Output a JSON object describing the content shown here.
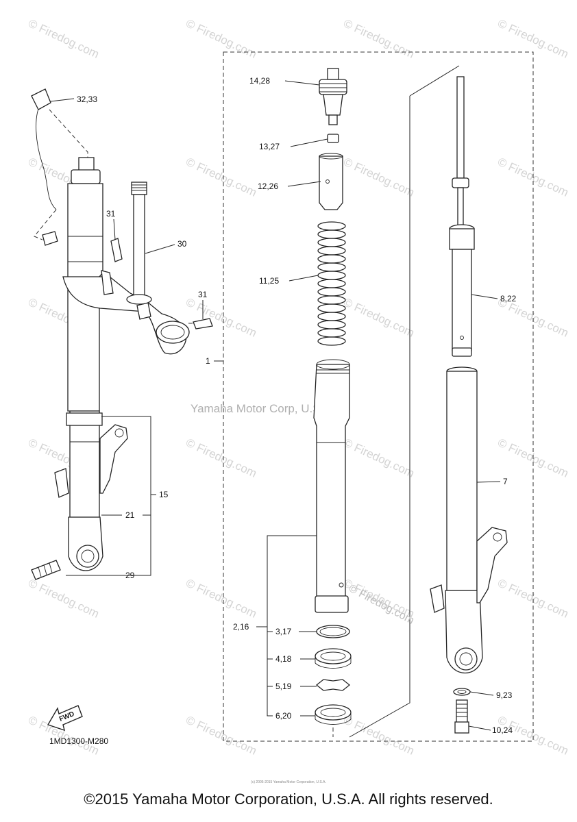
{
  "labels": {
    "l_32_33": "32,33",
    "l_31a": "31",
    "l_30": "30",
    "l_31b": "31",
    "l_1": "1",
    "l_15": "15",
    "l_21": "21",
    "l_29": "29",
    "l_14_28": "14,28",
    "l_13_27": "13,27",
    "l_12_26": "12,26",
    "l_11_25": "11,25",
    "l_2_16": "2,16",
    "l_3_17": "3,17",
    "l_4_18": "4,18",
    "l_5_19": "5,19",
    "l_6_20": "6,20",
    "l_8_22": "8,22",
    "l_7": "7",
    "l_9_23": "9,23",
    "l_10_24": "10,24"
  },
  "fwd_label": "FWD",
  "diagram_code": "1MD1300-M280",
  "watermark_text": "© Firedog.com",
  "center_watermark": "Yamaha Motor Corp, U.S.A.",
  "inline_watermark": "© Firedog.com",
  "tiny_text": "(c) 2005-2015 Yamaha Motor Corporation, U.S.A.",
  "copyright": "©2015 Yamaha Motor Corporation, U.S.A. All rights reserved."
}
